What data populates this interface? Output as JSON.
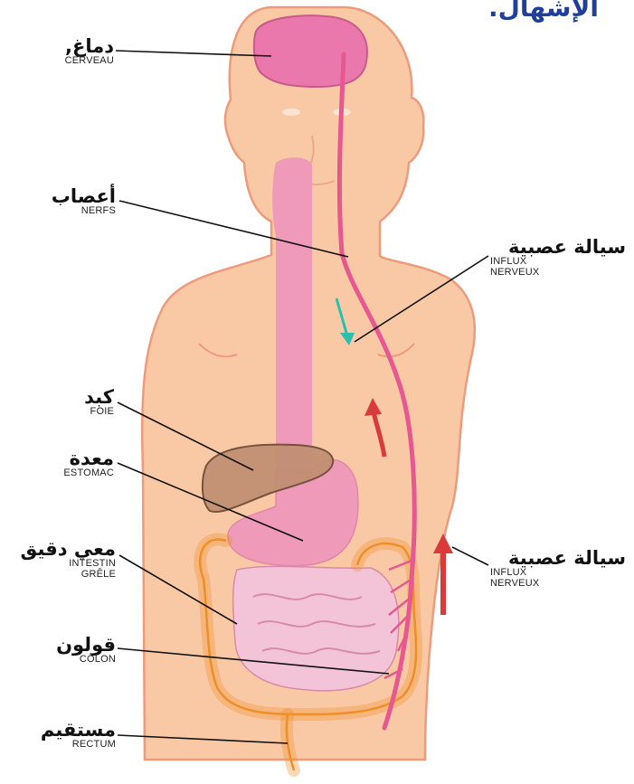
{
  "title": "الإشهال.",
  "colors": {
    "skin": "#f9c9a6",
    "skin_outline": "#ee9b7c",
    "nerve": "#e6588f",
    "brain": "#ea78ac",
    "digestive": "#ee9ab8",
    "liver": "#c08f72",
    "intestine": "#f3c4d7",
    "colon_outline": "#ef8f2a",
    "arrow_up": "#d93a3a",
    "arrow_down": "#2bbfb0"
  },
  "labels": {
    "brain": {
      "ar": "دماغ,",
      "fr": "CERVEAU"
    },
    "nerves": {
      "ar": "أعصاب",
      "fr": "NERFS"
    },
    "liver": {
      "ar": "كبد",
      "fr": "FOIE"
    },
    "stomach": {
      "ar": "معدة",
      "fr": "ESTOMAC"
    },
    "small_intestine": {
      "ar": "معي دقيق",
      "fr1": "INTESTIN",
      "fr2": "GRÊLE"
    },
    "colon": {
      "ar": "قولون",
      "fr": "CÔLON"
    },
    "rectum": {
      "ar": "مستقيم",
      "fr": "RECTUM"
    },
    "influx_top": {
      "ar": "سيالة عصبية",
      "fr1": "INFLUX",
      "fr2": "NERVEUX"
    },
    "influx_bottom": {
      "ar": "سيالة عصبية",
      "fr1": "INFLUX",
      "fr2": "NERVEUX"
    }
  }
}
